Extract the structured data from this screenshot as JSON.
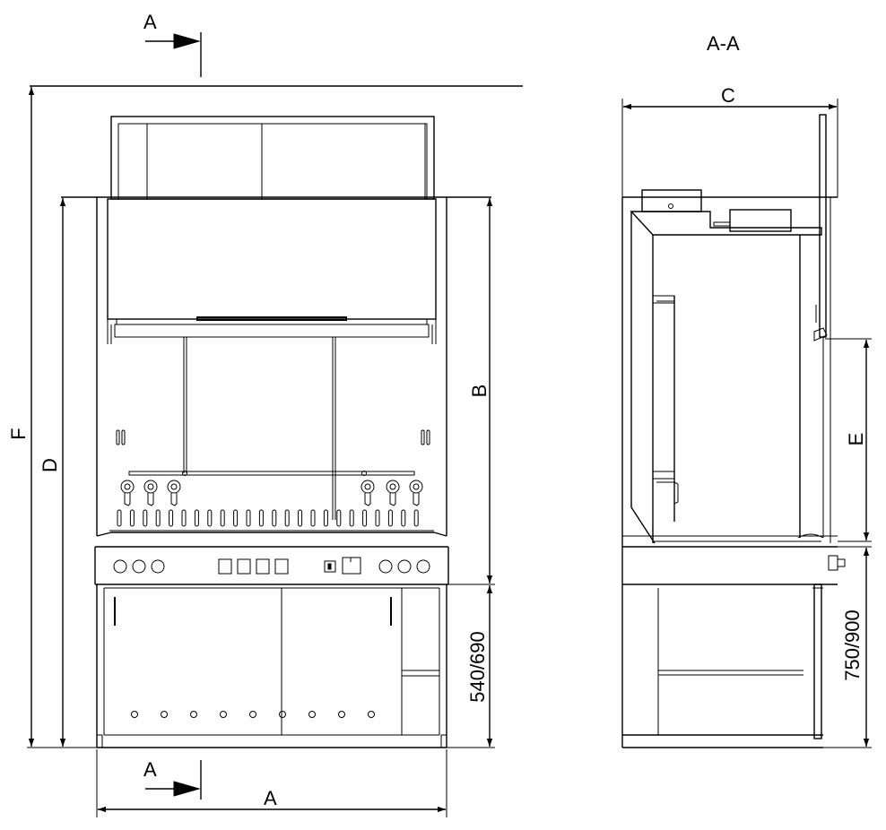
{
  "front_view": {
    "section_marker_top": "A",
    "section_marker_bottom": "A",
    "dim_width": "A",
    "dim_work_height": "B",
    "dim_body_height": "D",
    "dim_total_height": "F",
    "dim_cabinet_height": "540/690"
  },
  "side_view": {
    "section_title": "A-A",
    "dim_depth": "C",
    "dim_sash_opening": "E",
    "dim_cabinet_height": "750/900"
  }
}
